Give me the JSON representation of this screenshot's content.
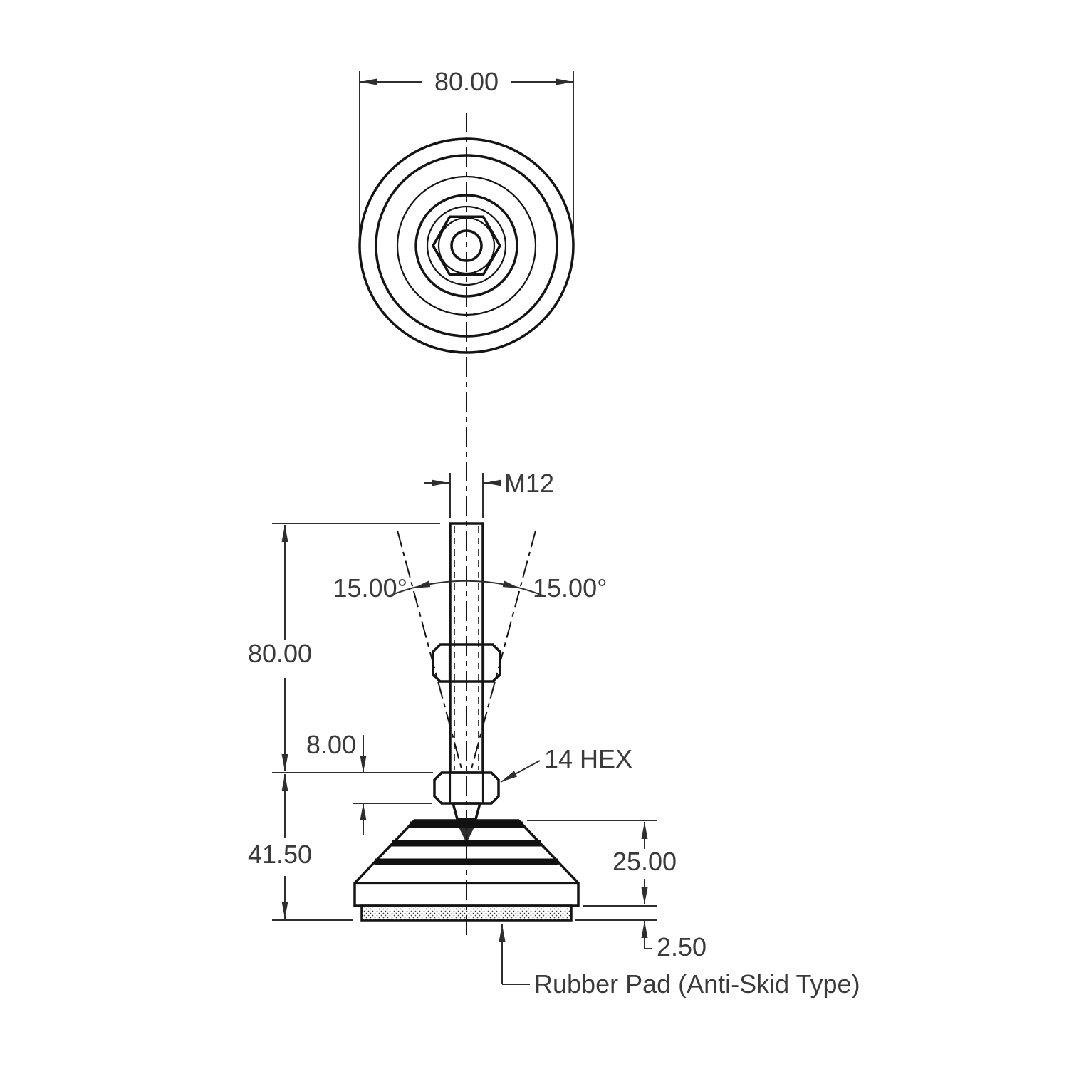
{
  "title": "Leveling Foot Technical Drawing",
  "colors": {
    "part_fill": "#cfe8f7",
    "line": "#141414",
    "dim_text": "#3a3a3a"
  },
  "dimensions": {
    "top_diameter": "80.00",
    "thread": "M12",
    "angle_left": "15.00°",
    "angle_right": "15.00°",
    "stud_length": "80.00",
    "nut_height": "8.00",
    "base_assembly_height": "41.50",
    "hex_size": "14 HEX",
    "base_height": "25.00",
    "pad_thickness": "2.50"
  },
  "labels": {
    "rubber_pad": "Rubber Pad (Anti-Skid Type)"
  }
}
